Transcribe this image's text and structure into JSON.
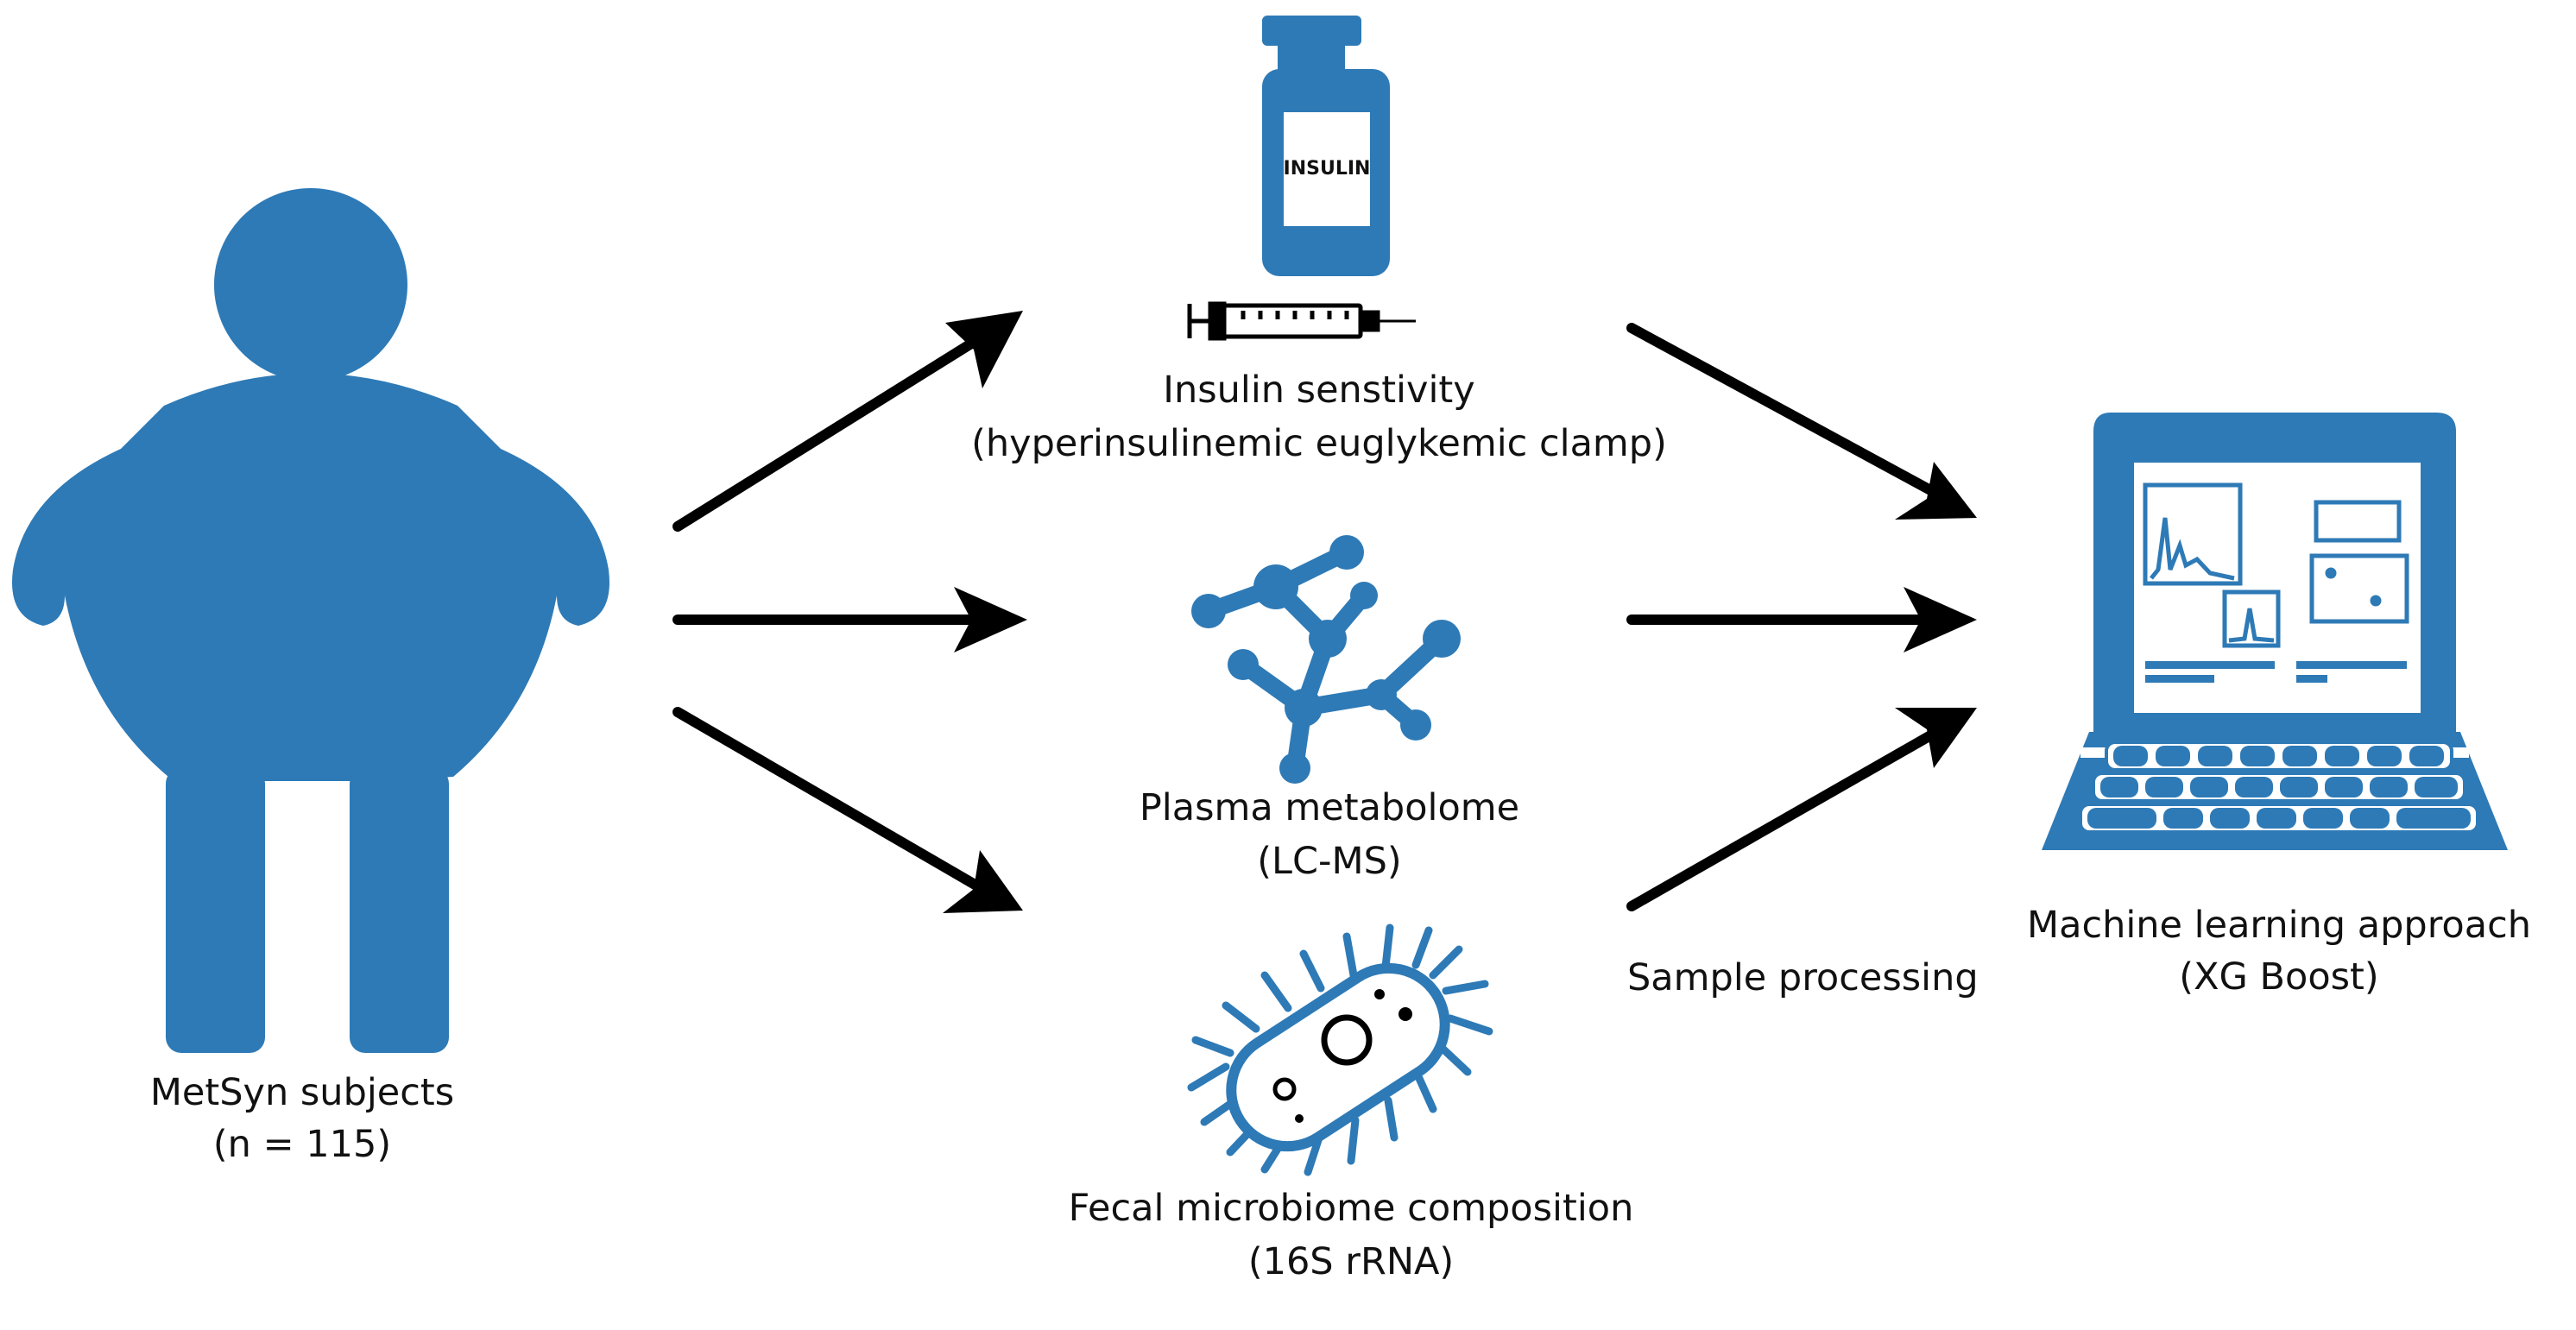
{
  "colors": {
    "icon": "#2e7ab6",
    "arrow": "#000000",
    "text": "#111111"
  },
  "subjects": {
    "icon": "obese-person-icon",
    "line1": "MetSyn subjects",
    "line2": "(n = 115)"
  },
  "insulin": {
    "icon": "insulin-vial-icon",
    "icon2": "syringe-icon",
    "bottle_label": "INSULIN",
    "line1": "Insulin senstivity",
    "line2": "(hyperinsulinemic euglykemic clamp)"
  },
  "metabolome": {
    "icon": "molecule-icon",
    "line1": "Plasma metabolome",
    "line2": "(LC-MS)"
  },
  "microbiome": {
    "icon": "bacterium-icon",
    "line1": "Fecal microbiome composition",
    "line2": "(16S rRNA)"
  },
  "processing": {
    "label": "Sample processing"
  },
  "ml": {
    "icon": "computer-icon",
    "line1": "Machine learning approach",
    "line2": "(XG Boost)"
  }
}
